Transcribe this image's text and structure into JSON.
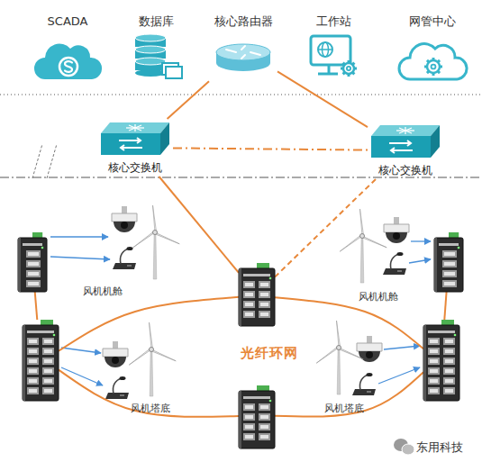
{
  "diagram": {
    "nodes": [
      {
        "text": [
          "SCADA"
        ]
      },
      {
        "text": [
          "数据库"
        ]
      },
      {
        "text": [
          "核心路由器"
        ]
      },
      {
        "text": [
          "工作站"
        ]
      },
      {
        "text": [
          "网管中心"
        ]
      },
      {
        "text": [
          "核心交换机"
        ]
      },
      {
        "text": [
          "核心交换机"
        ]
      },
      {
        "text": [
          "风机机舱"
        ]
      },
      {
        "text": [
          "风机机舱"
        ]
      },
      {
        "text": [
          "光纤环网"
        ]
      },
      {
        "text": [
          "风机塔底"
        ]
      },
      {
        "text": [
          "风机塔底"
        ]
      },
      {
        "text": []
      }
    ],
    "edges": [
      {
        "from": 2,
        "to": 5,
        "arrow": "none"
      },
      {
        "from": 2,
        "to": 6,
        "arrow": "none"
      },
      {
        "from": 5,
        "to": 6,
        "arrow": "none"
      },
      {
        "from": 5,
        "to": 9,
        "arrow": "none"
      },
      {
        "from": 6,
        "to": 9,
        "arrow": "none"
      },
      {
        "from": 7,
        "to": 10,
        "arrow": "none"
      },
      {
        "from": 8,
        "to": 11,
        "arrow": "none"
      },
      {
        "from": 10,
        "to": 9,
        "arrow": "none"
      },
      {
        "from": 9,
        "to": 11,
        "arrow": "none"
      },
      {
        "from": 10,
        "to": 12,
        "arrow": "none"
      },
      {
        "from": 12,
        "to": 11,
        "arrow": "none"
      }
    ],
    "labels": [
      "东用科技"
    ]
  }
}
